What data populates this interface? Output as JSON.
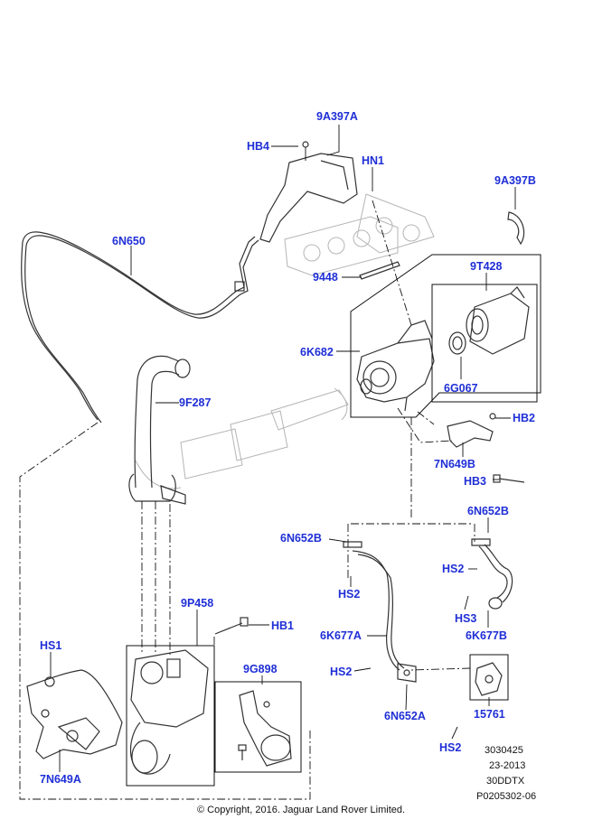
{
  "callouts": {
    "c9A397A": "9A397A",
    "cHB4": "HB4",
    "cHN1": "HN1",
    "c9A397B": "9A397B",
    "c6N650": "6N650",
    "c9T428": "9T428",
    "c9448": "9448",
    "c6K682": "6K682",
    "c9F287": "9F287",
    "c6G067": "6G067",
    "cHB2": "HB2",
    "c7N649B": "7N649B",
    "cHB3": "HB3",
    "c6N652B_right": "6N652B",
    "c6N652B_left": "6N652B",
    "cHS2_a": "HS2",
    "cHS2_b": "HS2",
    "cHS3": "HS3",
    "c6K677B": "6K677B",
    "c9P458": "9P458",
    "cHB1": "HB1",
    "c6K677A": "6K677A",
    "cHS1": "HS1",
    "c9G898": "9G898",
    "cHS2_c": "HS2",
    "c15761": "15761",
    "c6N652A": "6N652A",
    "cHS2_d": "HS2",
    "c7N649A": "7N649A"
  },
  "info": {
    "line1": "3030425",
    "line2": "23-2013",
    "line3": "30DDTX",
    "line4": "P0205302-06"
  },
  "copyright": "© Copyright, 2016. Jaguar Land Rover Limited."
}
